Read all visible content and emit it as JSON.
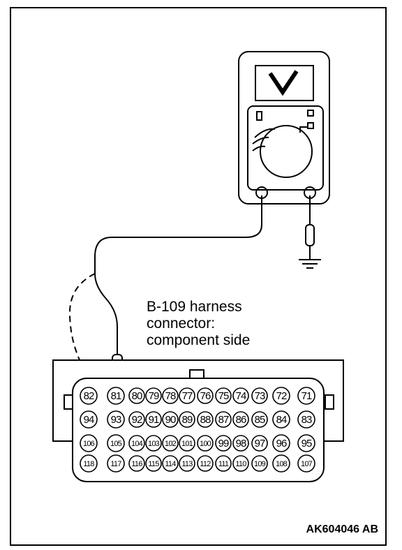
{
  "connector_label": {
    "line1": "B-109 harness",
    "line2": "connector:",
    "line3": "component side"
  },
  "meter": {
    "display_symbol": "V"
  },
  "figure_code": "AK604046 AB",
  "pins": {
    "row1": [
      "82",
      "81",
      "80",
      "79",
      "78",
      "77",
      "76",
      "75",
      "74",
      "73",
      "72",
      "71"
    ],
    "row2": [
      "94",
      "93",
      "92",
      "91",
      "90",
      "89",
      "88",
      "87",
      "86",
      "85",
      "84",
      "83"
    ],
    "row3": [
      "106",
      "105",
      "104",
      "103",
      "102",
      "101",
      "100",
      "99",
      "98",
      "97",
      "96",
      "95"
    ],
    "row4": [
      "118",
      "117",
      "116",
      "115",
      "114",
      "113",
      "112",
      "111",
      "110",
      "109",
      "108",
      "107"
    ]
  }
}
